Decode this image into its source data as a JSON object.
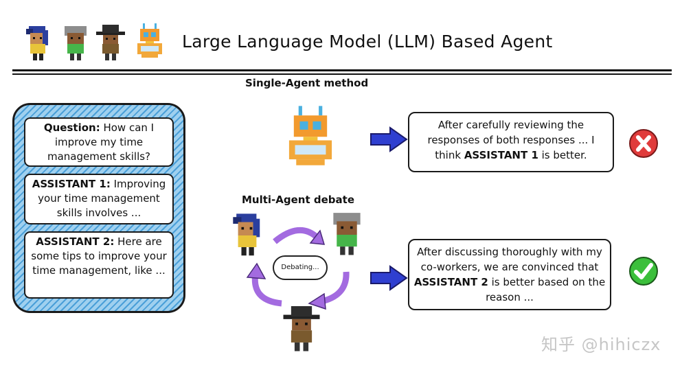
{
  "header": {
    "title": "Large Language Model (LLM) Based Agent",
    "icons": [
      "agent-girl-icon",
      "agent-grey-hair-icon",
      "agent-hat-icon",
      "robot-icon"
    ]
  },
  "single_agent": {
    "label": "Single-Agent method",
    "icon": "robot-icon",
    "response": {
      "text_before": "After carefully reviewing the responses of both responses ... I think ",
      "bold": "ASSISTANT 1",
      "text_after": " is better."
    },
    "verdict": "wrong"
  },
  "multi_agent": {
    "label": "Multi-Agent debate",
    "debate_label": "Debating...",
    "response": {
      "text_before": "After discussing thoroughly with my co-workers, we are convinced that ",
      "bold": "ASSISTANT 2",
      "text_after": " is better based on the reason ..."
    },
    "verdict": "correct"
  },
  "panel": {
    "question": {
      "label": "Question:",
      "text": " How can I improve my time management skills?"
    },
    "assistant1": {
      "label": "ASSISTANT 1:",
      "text": " Improving your time management skills involves ..."
    },
    "assistant2": {
      "label": "ASSISTANT 2:",
      "text": " Here are some tips to improve your time management, like ..."
    }
  },
  "watermark": "知乎 @hihiczx",
  "colors": {
    "panel_fill": "#9fd0ef",
    "arrow_blue": "#2f3fd0",
    "debate_purple": "#a36be0",
    "wrong_red": "#e03b3b",
    "right_green": "#3bbf3b"
  }
}
